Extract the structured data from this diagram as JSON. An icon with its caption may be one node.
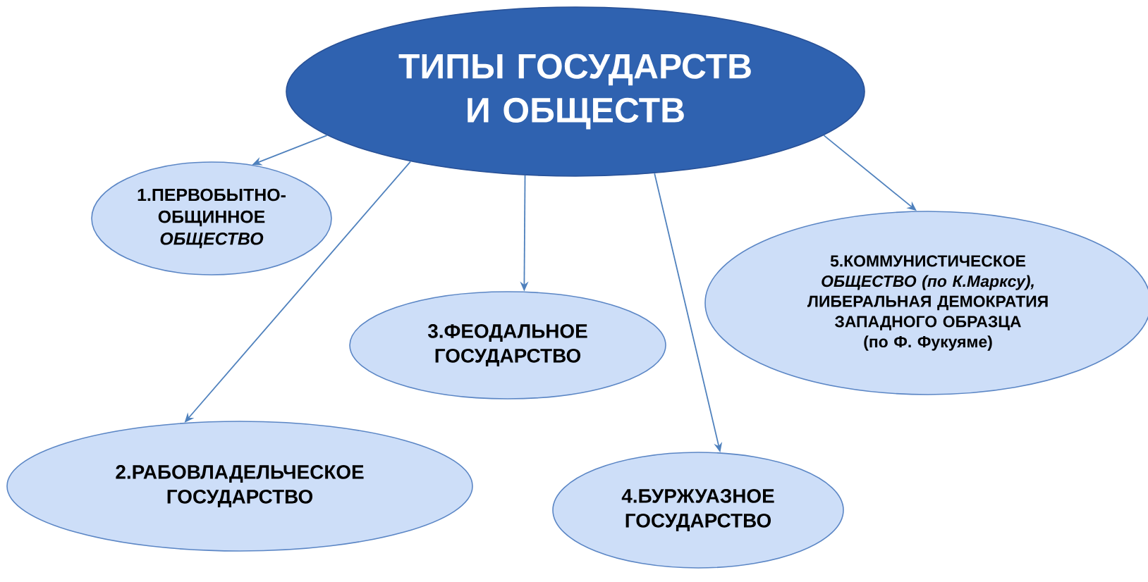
{
  "diagram": {
    "nodes": [
      {
        "text": [
          "ТИПЫ ГОСУДАРСТВ И ОБЩЕСТВ"
        ]
      },
      {
        "text": [
          "1.ПЕРВОБЫТНО-ОБЩИННОЕ *ОБЩЕСТВО*"
        ]
      },
      {
        "text": [
          "2.РАБОВЛАДЕЛЬЧЕСКОЕ ГОСУДАРСТВО"
        ]
      },
      {
        "text": [
          "3.ФЕОДАЛЬНОЕ ГОСУДАРСТВО"
        ]
      },
      {
        "text": [
          "4.БУРЖУАЗНОЕ ГОСУДАРСТВО"
        ]
      },
      {
        "text": [
          "5.КОММУНИСТИЧЕСКОЕ *ОБЩЕСТВО* *(по К.Марксу),* ЛИБЕРАЛЬНАЯ ДЕМОКРАТИЯ ЗАПАДНОГО ОБРАЗЦА (по Ф. Фукуяме)"
        ]
      }
    ],
    "edges": [
      {
        "from": 0,
        "to": 1,
        "arrow": "to"
      },
      {
        "from": 0,
        "to": 2,
        "arrow": "to"
      },
      {
        "from": 0,
        "to": 3,
        "arrow": "to"
      },
      {
        "from": 0,
        "to": 4,
        "arrow": "to"
      },
      {
        "from": 0,
        "to": 5,
        "arrow": "to"
      }
    ]
  }
}
